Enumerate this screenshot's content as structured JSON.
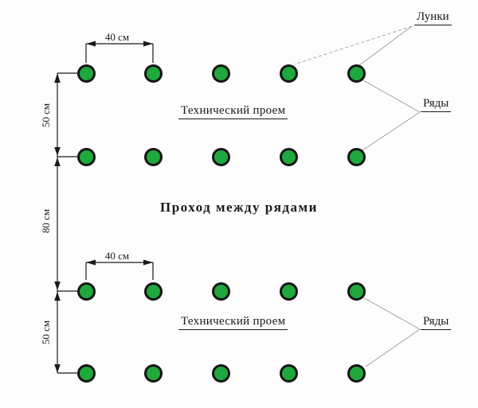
{
  "diagram": {
    "background": "#fdfdfd",
    "hole": {
      "fill": "#1fa83c",
      "border": "#141414"
    },
    "grid": {
      "rows": 4,
      "holes_per_row": 5
    },
    "labels": {
      "holes": "Лунки",
      "rows_upper": "Ряды",
      "rows_lower": "Ряды",
      "tech_gap_upper": "Технический проем",
      "tech_gap_lower": "Технический проем",
      "aisle": "Проход между рядами"
    },
    "dimensions": {
      "hole_spacing_upper": "40 см",
      "row_gap_upper": "50 см",
      "aisle_gap": "80 см",
      "hole_spacing_lower": "40 см",
      "row_gap_lower": "50 см"
    }
  }
}
